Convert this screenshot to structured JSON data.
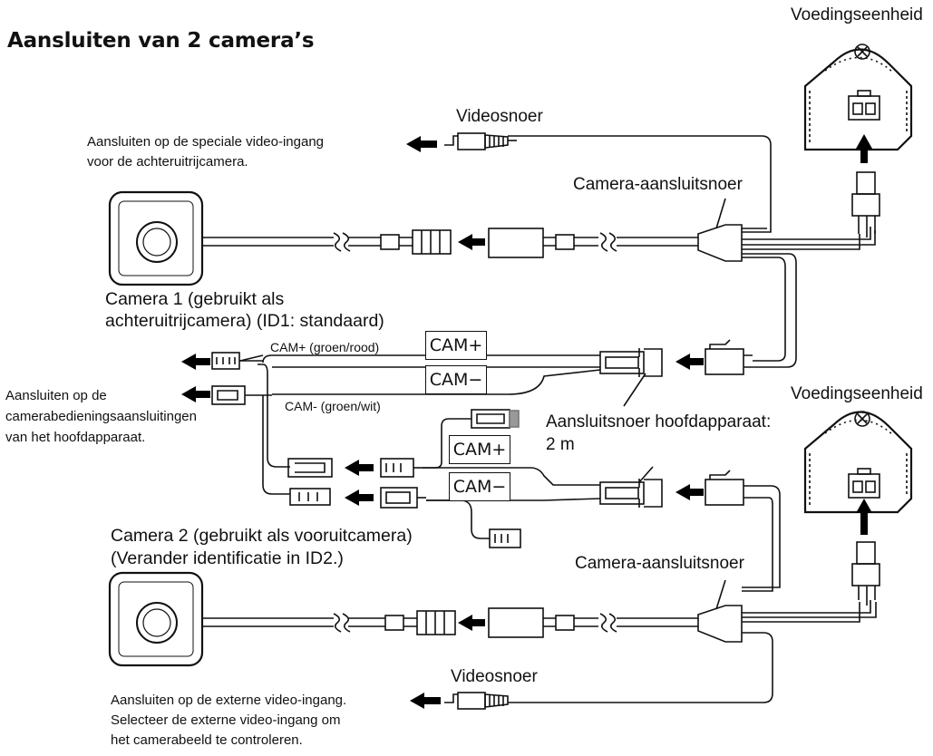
{
  "title": "Aansluiten van 2 camera’s",
  "labels": {
    "power_unit_1": "Voedingseenheid",
    "power_unit_2": "Voedingseenheid",
    "video_cord_1": "Videosnoer",
    "video_cord_2": "Videosnoer",
    "camera_cord_1": "Camera-aansluitsnoer",
    "camera_cord_2": "Camera-aansluitsnoer",
    "main_unit_cord_line1": "Aansluitsnoer hoofdapparaat:",
    "main_unit_cord_line2": "2 m",
    "cam_plus_wire": "CAM+ (groen/rood)",
    "cam_minus_wire": "CAM- (groen/wit)",
    "cam_plus_box_1": "CAM+",
    "cam_minus_box_1": "CAM−",
    "cam_plus_box_2": "CAM+",
    "cam_minus_box_2": "CAM−"
  },
  "notes": {
    "rear_video_line1": "Aansluiten op de speciale video-ingang",
    "rear_video_line2": "voor de achteruitrijcamera.",
    "head_unit_line1": "Aansluiten op de",
    "head_unit_line2": "camerabedieningsaansluitingen",
    "head_unit_line3": "van het hoofdapparaat.",
    "external_video_line1": "Aansluiten op de externe video-ingang.",
    "external_video_line2": "Selecteer de externe video-ingang om",
    "external_video_line3": "het camerabeeld te controleren."
  },
  "camera1": {
    "line1": "Camera 1 (gebruikt als",
    "line2": "achteruitrijcamera) (ID1: standaard)"
  },
  "camera2": {
    "line1": "Camera 2 (gebruikt als vooruitcamera)",
    "line2": "(Verander identificatie in ID2.)"
  }
}
